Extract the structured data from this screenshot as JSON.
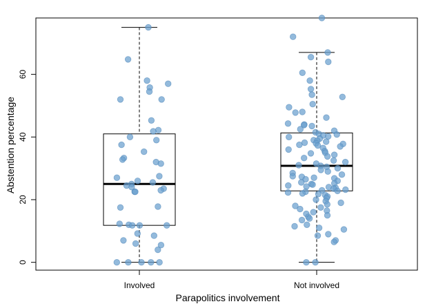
{
  "chart_data": {
    "type": "boxplot",
    "xlabel": "Parapolitics involvement",
    "ylabel": "Abstention percentage",
    "ylim": [
      -2.5,
      78
    ],
    "yticks": [
      0,
      20,
      40,
      60
    ],
    "grid": false,
    "legend": "none",
    "colors": {
      "points": "#6a9fcf",
      "point_edge": "#4f86b8",
      "box": "#000000",
      "median": "#000000"
    },
    "groups": [
      {
        "name": "Involved",
        "box": {
          "whisker_low": 0,
          "q1": 11.8,
          "median": 25,
          "q3": 41,
          "whisker_high": 75
        },
        "points": [
          75,
          64.8,
          58,
          57,
          55.8,
          54.5,
          52,
          52,
          45.3,
          42.2,
          41.8,
          40,
          39,
          37.5,
          35.3,
          33.3,
          32.8,
          32,
          31.5,
          27.5,
          27,
          26,
          25.5,
          25,
          24.5,
          24,
          23.5,
          23,
          22.5,
          22.5,
          17.8,
          17.5,
          12.3,
          12,
          11.8,
          11.8,
          11.8,
          9.2,
          8.5,
          7,
          6,
          5.5,
          4,
          0,
          0,
          0,
          0,
          0
        ]
      },
      {
        "name": "Not involved",
        "box": {
          "whisker_low": 0,
          "q1": 22.8,
          "median": 30.8,
          "q3": 41.3,
          "whisker_high": 67
        },
        "points": [
          78,
          72,
          67,
          65.5,
          64,
          60.5,
          58,
          55.3,
          53.5,
          52.8,
          50.5,
          49.5,
          48,
          47.8,
          46.2,
          44.3,
          44,
          43.8,
          43.5,
          42.5,
          42,
          41.5,
          41,
          40.8,
          40.5,
          40.2,
          40,
          39.5,
          39,
          38.8,
          38.5,
          38.2,
          38,
          37.8,
          37.5,
          37.3,
          37,
          36.5,
          36,
          35.5,
          35,
          34.8,
          34.3,
          33.8,
          33.3,
          32.5,
          32,
          31.5,
          31,
          30.8,
          30.5,
          30,
          29.5,
          29,
          28.5,
          28,
          27.5,
          27.3,
          27,
          26.8,
          26.5,
          26,
          25.5,
          25.2,
          25,
          24.8,
          24.5,
          24.2,
          24,
          23.8,
          23.5,
          23.2,
          23,
          22.8,
          22.5,
          22.3,
          22,
          21.8,
          21.5,
          21,
          20.5,
          20,
          19.5,
          19,
          18.5,
          18,
          17.5,
          17,
          16.5,
          16,
          15.5,
          15,
          14.5,
          14,
          13.5,
          12,
          11.5,
          11,
          10.5,
          9,
          8.5,
          7,
          6.5,
          0,
          0
        ]
      }
    ]
  }
}
